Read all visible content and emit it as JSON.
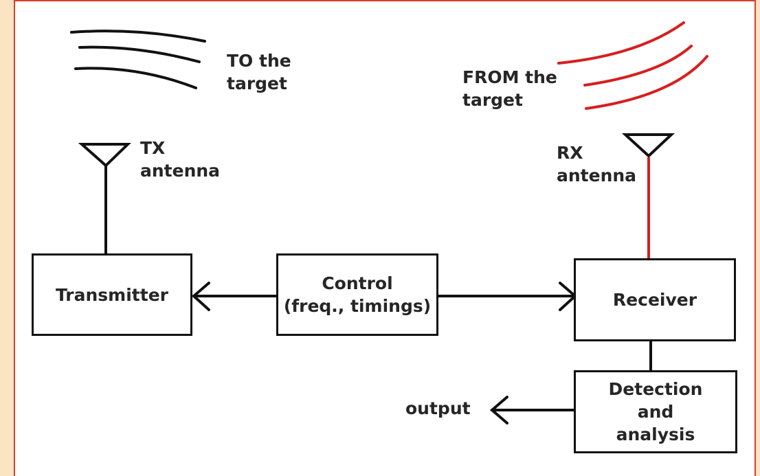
{
  "colors": {
    "page_background": "#fbe3c4",
    "panel_background": "#ffffff",
    "frame": "#e03a2a",
    "outgoing_wave": "#111111",
    "incoming_wave": "#d81e1e",
    "rx_feed": "#d81e1e",
    "text": "#262626"
  },
  "waves": {
    "outgoing_label": [
      "TO the",
      "target"
    ],
    "incoming_label": [
      "FROM the",
      "target"
    ]
  },
  "antennas": {
    "tx_label": [
      "TX",
      "antenna"
    ],
    "rx_label": [
      "RX",
      "antenna"
    ]
  },
  "blocks": {
    "transmitter": "Transmitter",
    "control": [
      "Control",
      "(freq., timings)"
    ],
    "receiver": "Receiver",
    "detection": [
      "Detection",
      "and",
      "analysis"
    ]
  },
  "output_label": "output"
}
